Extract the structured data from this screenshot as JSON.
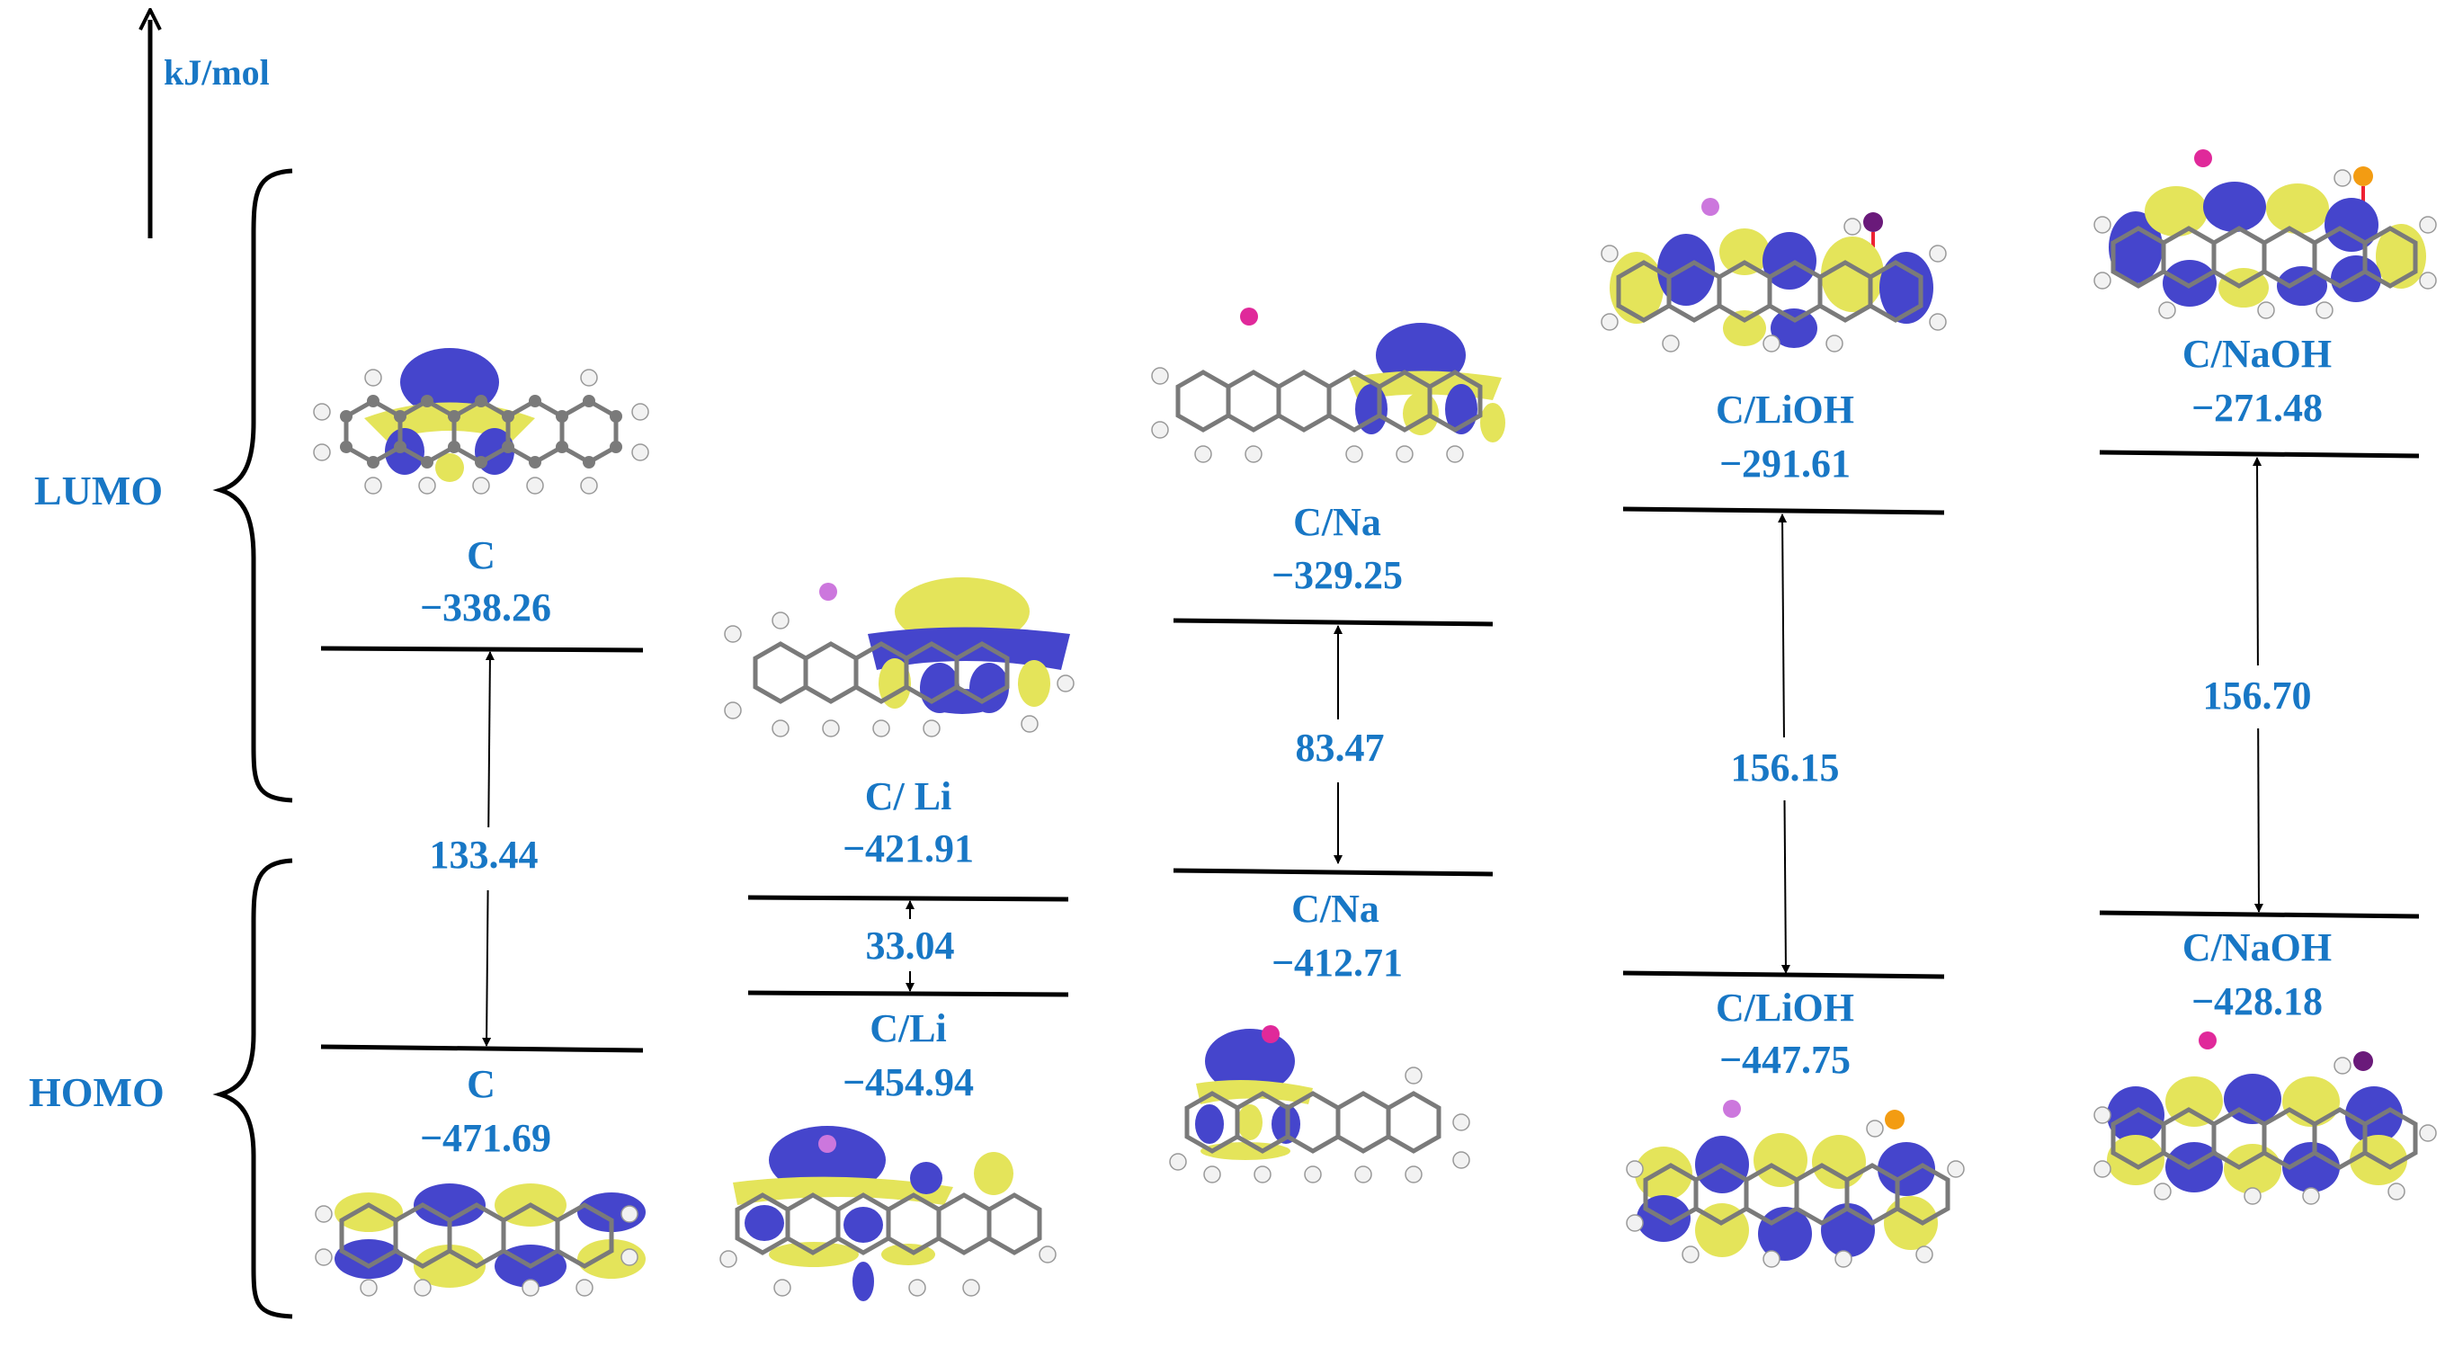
{
  "axis": {
    "unit_label": "kJ/mol"
  },
  "side_labels": {
    "lumo": "LUMO",
    "homo": "HOMO"
  },
  "colors": {
    "label_blue": "#1877c5",
    "orbital_blue": "#4545cc",
    "orbital_yellow": "#e4e45a",
    "carbon_grey": "#7a7a7a",
    "hydrogen_white": "#f2f2f2",
    "alkali_pink": "#e0299a",
    "lithium_violet": "#cc77dd",
    "oxygen_orange": "#f39c12"
  },
  "columns": [
    {
      "id": "c",
      "lumo": {
        "name": "C",
        "energy": "−338.26"
      },
      "homo": {
        "name": "C",
        "energy": "−471.69"
      },
      "gap": "133.44"
    },
    {
      "id": "cli",
      "lumo": {
        "name": "C/ Li",
        "energy": "−421.91"
      },
      "homo": {
        "name": "C/Li",
        "energy": "−454.94"
      },
      "gap": "33.04"
    },
    {
      "id": "cna",
      "lumo": {
        "name": "C/Na",
        "energy": "−329.25"
      },
      "homo": {
        "name": "C/Na",
        "energy": "−412.71"
      },
      "gap": "83.47"
    },
    {
      "id": "clioh",
      "lumo": {
        "name": "C/LiOH",
        "energy": "−291.61"
      },
      "homo": {
        "name": "C/LiOH",
        "energy": "−447.75"
      },
      "gap": "156.15"
    },
    {
      "id": "cnaoh",
      "lumo": {
        "name": "C/NaOH",
        "energy": "−271.48"
      },
      "homo": {
        "name": "C/NaOH",
        "energy": "−428.18"
      },
      "gap": "156.70"
    }
  ]
}
